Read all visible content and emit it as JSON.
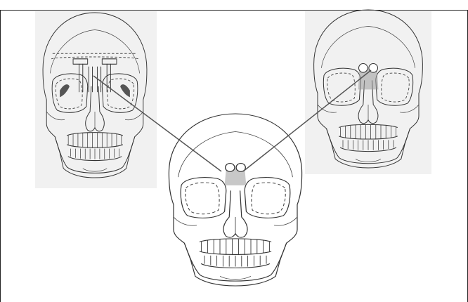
{
  "figure": {
    "panels": [
      "left-skull",
      "center-skull",
      "right-skull"
    ],
    "colors": {
      "ink": "#333333",
      "panel_background": "#f1f1f1",
      "connector": "#555555",
      "frame": "#222222"
    },
    "icons": [
      "skull-illustration",
      "plate-fixation",
      "screw-fixation"
    ]
  }
}
